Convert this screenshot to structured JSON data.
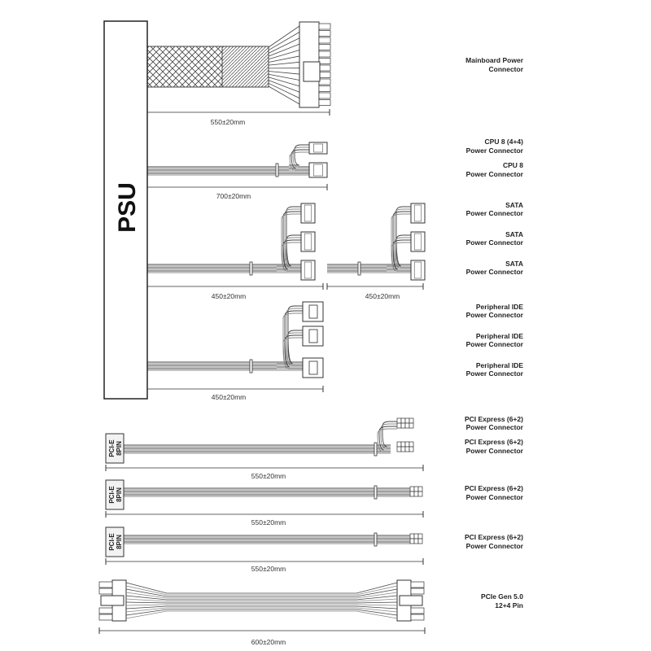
{
  "psu_label": "PSU",
  "cables": [
    {
      "name": "mainboard",
      "length": "550±20mm",
      "labels": [
        [
          "Mainboard Power",
          "Connector"
        ]
      ]
    },
    {
      "name": "cpu",
      "length": "700±20mm",
      "labels": [
        [
          "CPU 8 (4+4)",
          "Power Connector"
        ],
        [
          "CPU 8",
          "Power Connector"
        ]
      ]
    },
    {
      "name": "sata",
      "lengths": [
        "450±20mm",
        "450±20mm"
      ],
      "labels": [
        [
          "SATA",
          "Power Connector"
        ],
        [
          "SATA",
          "Power Connector"
        ],
        [
          "SATA",
          "Power Connector"
        ]
      ]
    },
    {
      "name": "ide",
      "length": "450±20mm",
      "labels": [
        [
          "Peripheral IDE",
          "Power  Connector"
        ],
        [
          "Peripheral IDE",
          "Power  Connector"
        ],
        [
          "Peripheral IDE",
          "Power  Connector"
        ]
      ]
    },
    {
      "name": "pcie1",
      "tag": [
        "PCI-E",
        "8PIN"
      ],
      "length": "550±20mm",
      "labels": [
        [
          "PCI Express (6+2)",
          "Power Connector"
        ],
        [
          "PCI Express (6+2)",
          "Power Connector"
        ]
      ]
    },
    {
      "name": "pcie2",
      "tag": [
        "PCI-E",
        "8PIN"
      ],
      "length": "550±20mm",
      "labels": [
        [
          "PCI Express (6+2)",
          "Power Connector"
        ]
      ]
    },
    {
      "name": "pcie3",
      "tag": [
        "PCI-E",
        "8PIN"
      ],
      "length": "550±20mm",
      "labels": [
        [
          "PCI Express (6+2)",
          "Power Connector"
        ]
      ]
    },
    {
      "name": "gen5",
      "length": "600±20mm",
      "labels": [
        [
          "PCIe Gen 5.0",
          "12+4 Pin"
        ]
      ]
    }
  ]
}
